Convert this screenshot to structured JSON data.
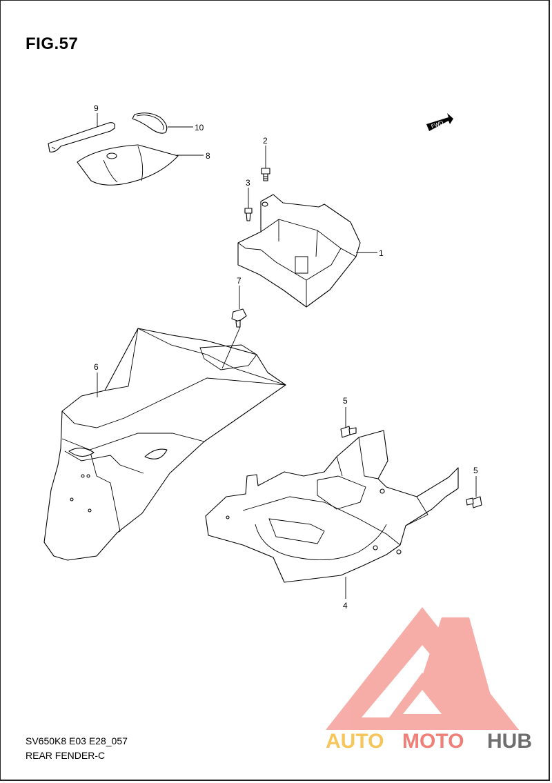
{
  "figure": {
    "title": "FIG.57",
    "code": "SV650K8 E03 E28_057",
    "name": "REAR FENDER-C",
    "direction_label": "FWD"
  },
  "callouts": [
    "1",
    "2",
    "3",
    "4",
    "5",
    "5",
    "6",
    "7",
    "8",
    "9",
    "10"
  ],
  "watermark": {
    "part1": "AUTO",
    "part2": "MOTO",
    "part3": "HUB",
    "colors": {
      "auto": "#f7c65a",
      "moto": "#f07f78",
      "hub": "#6e6e6e",
      "logo": "#f08a84"
    }
  }
}
